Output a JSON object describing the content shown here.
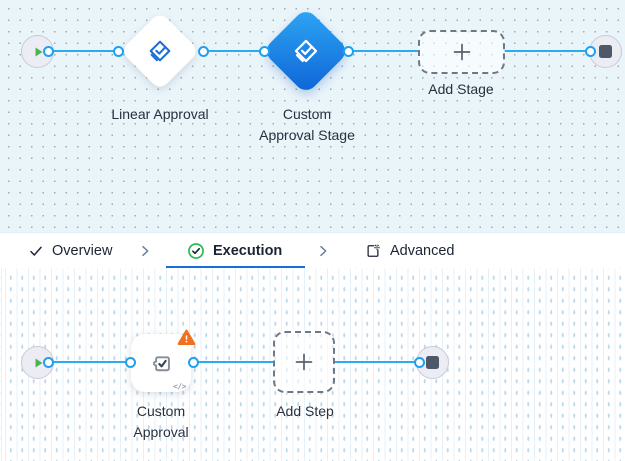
{
  "stage_flow": {
    "linear_approval_label": "Linear Approval",
    "custom_stage_label": "Custom\nApproval Stage",
    "add_stage_label": "Add Stage"
  },
  "tabs": {
    "overview": "Overview",
    "execution": "Execution",
    "advanced": "Advanced"
  },
  "step_flow": {
    "custom_approval_label": "Custom\nApproval",
    "add_step_label": "Add Step",
    "code_badge": "</>"
  },
  "icons": {
    "start": "play-icon",
    "end": "stop-icon",
    "stage": "diamond-check-icon",
    "step": "puzzle-check-icon",
    "add": "plus-icon",
    "overview": "check-icon",
    "execution": "check-circle-icon",
    "advanced": "page-gear-icon",
    "separator": "chevron-right-icon",
    "warning": "warning-triangle-icon"
  },
  "colors": {
    "edge_blue": "#2aabf2",
    "accent_blue": "#1a6fd6",
    "selected_gradient_start": "#2fa7f5",
    "selected_gradient_end": "#0d63d6",
    "success_green": "#2abb55",
    "warning_orange": "#f1701f",
    "canvas_stage_bg": "#eaf5fa",
    "canvas_steps_bg": "#ffffff"
  }
}
